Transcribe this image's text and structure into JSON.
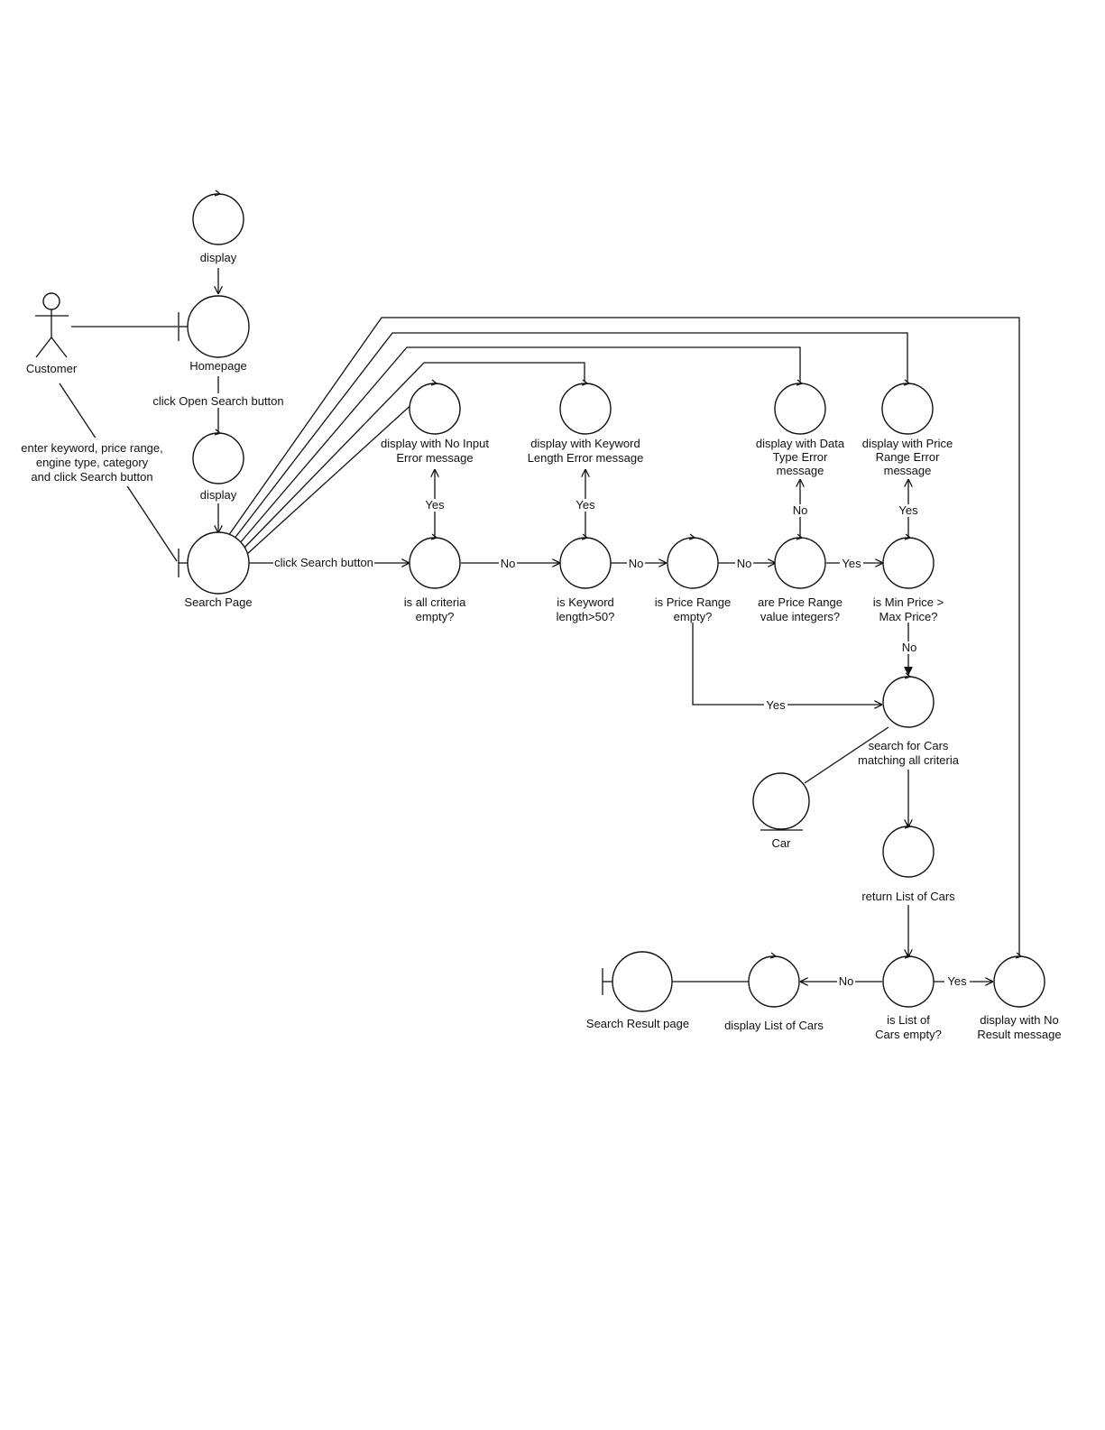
{
  "diagram": {
    "actor": "Customer",
    "homepage": {
      "title": "Homepage",
      "display_above": "display"
    },
    "open_search_label": "click Open Search button",
    "display_below_homepage": "display",
    "customer_action_lines": [
      "enter keyword, price range,",
      "engine type, category",
      "and click Search button"
    ],
    "search_page": "Search Page",
    "search_click_label": "click Search button",
    "checks": {
      "all_empty": [
        "is all criteria",
        "empty?"
      ],
      "keyword_length": [
        "is Keyword",
        "length>50?"
      ],
      "price_empty": [
        "is Price Range",
        "empty?"
      ],
      "price_integers": [
        "are Price Range",
        "value integers?"
      ],
      "min_max": [
        "is Min Price >",
        "Max Price?"
      ],
      "list_empty": [
        "is List of",
        "Cars empty?"
      ]
    },
    "errors": {
      "no_input": [
        "display with No Input",
        "Error message"
      ],
      "keyword_length": [
        "display with Keyword",
        "Length Error message"
      ],
      "data_type": [
        "display with Data",
        "Type Error",
        "message"
      ],
      "price_range": [
        "display with Price",
        "Range Error",
        "message"
      ],
      "no_result": [
        "display with No",
        "Result message"
      ]
    },
    "search_cars": [
      "search for Cars",
      "matching all criteria"
    ],
    "entity_car": "Car",
    "return_list": "return List of Cars",
    "display_list": "display List of Cars",
    "search_result_page": "Search Result page",
    "edge_labels": {
      "yes": "Yes",
      "no": "No"
    }
  }
}
